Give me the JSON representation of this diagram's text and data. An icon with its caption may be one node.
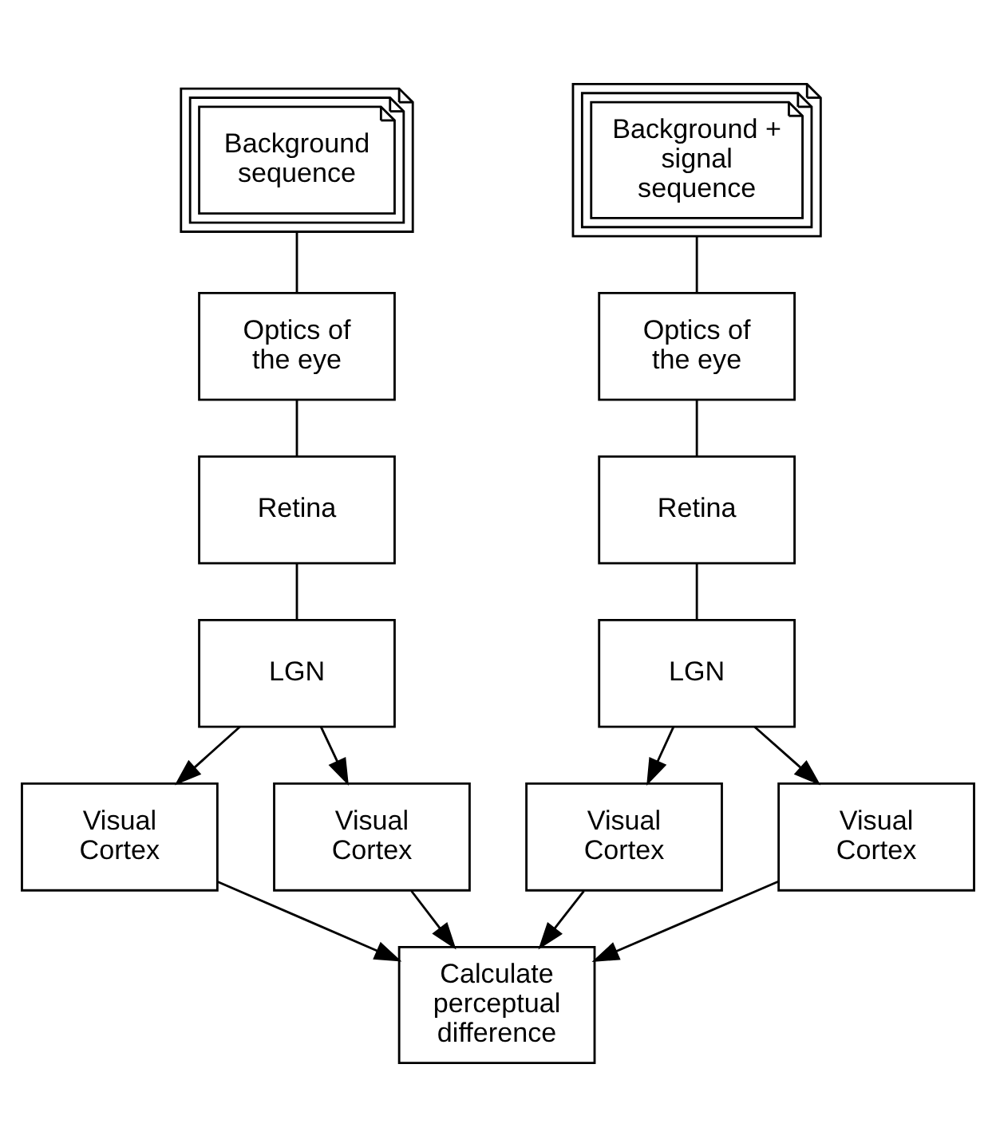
{
  "diagram": {
    "nodes": [
      {
        "text": [
          "Background sequence"
        ]
      },
      {
        "text": [
          "Optics of the eye"
        ]
      },
      {
        "text": [
          "Retina"
        ]
      },
      {
        "text": [
          "LGN"
        ]
      },
      {
        "text": [
          "Visual Cortex"
        ]
      },
      {
        "text": [
          "Visual Cortex"
        ]
      },
      {
        "text": [
          "Background + signal sequence"
        ]
      },
      {
        "text": [
          "Optics of the eye"
        ]
      },
      {
        "text": [
          "Retina"
        ]
      },
      {
        "text": [
          "LGN"
        ]
      },
      {
        "text": [
          "Visual Cortex"
        ]
      },
      {
        "text": [
          "Visual Cortex"
        ]
      },
      {
        "text": [
          "Calculate perceptual difference"
        ]
      }
    ],
    "edges": [
      {
        "from": 0,
        "to": 1,
        "arrow": "none"
      },
      {
        "from": 1,
        "to": 2,
        "arrow": "none"
      },
      {
        "from": 2,
        "to": 3,
        "arrow": "none"
      },
      {
        "from": 3,
        "to": 4,
        "arrow": "to"
      },
      {
        "from": 3,
        "to": 5,
        "arrow": "to"
      },
      {
        "from": 6,
        "to": 7,
        "arrow": "none"
      },
      {
        "from": 7,
        "to": 8,
        "arrow": "none"
      },
      {
        "from": 8,
        "to": 9,
        "arrow": "none"
      },
      {
        "from": 9,
        "to": 10,
        "arrow": "to"
      },
      {
        "from": 9,
        "to": 11,
        "arrow": "to"
      },
      {
        "from": 4,
        "to": 12,
        "arrow": "to"
      },
      {
        "from": 5,
        "to": 12,
        "arrow": "to"
      },
      {
        "from": 10,
        "to": 12,
        "arrow": "to"
      },
      {
        "from": 11,
        "to": 12,
        "arrow": "to"
      }
    ]
  }
}
